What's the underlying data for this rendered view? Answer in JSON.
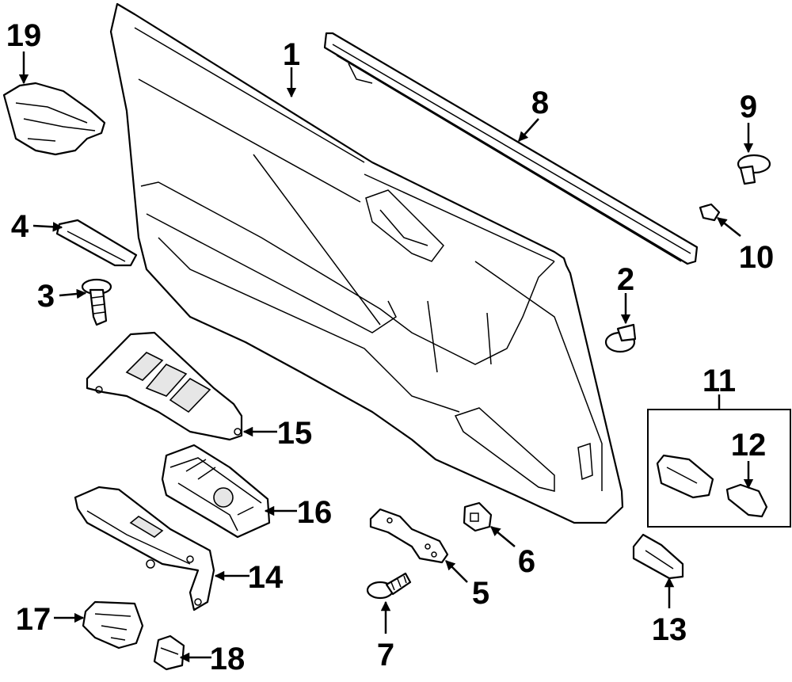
{
  "diagram": {
    "background_color": "#ffffff",
    "line_color": "#000000",
    "callouts": {
      "c1": "1",
      "c2": "2",
      "c3": "3",
      "c4": "4",
      "c5": "5",
      "c6": "6",
      "c7": "7",
      "c8": "8",
      "c9": "9",
      "c10": "10",
      "c11": "11",
      "c12": "12",
      "c13": "13",
      "c14": "14",
      "c15": "15",
      "c16": "16",
      "c17": "17",
      "c18": "18",
      "c19": "19"
    }
  }
}
